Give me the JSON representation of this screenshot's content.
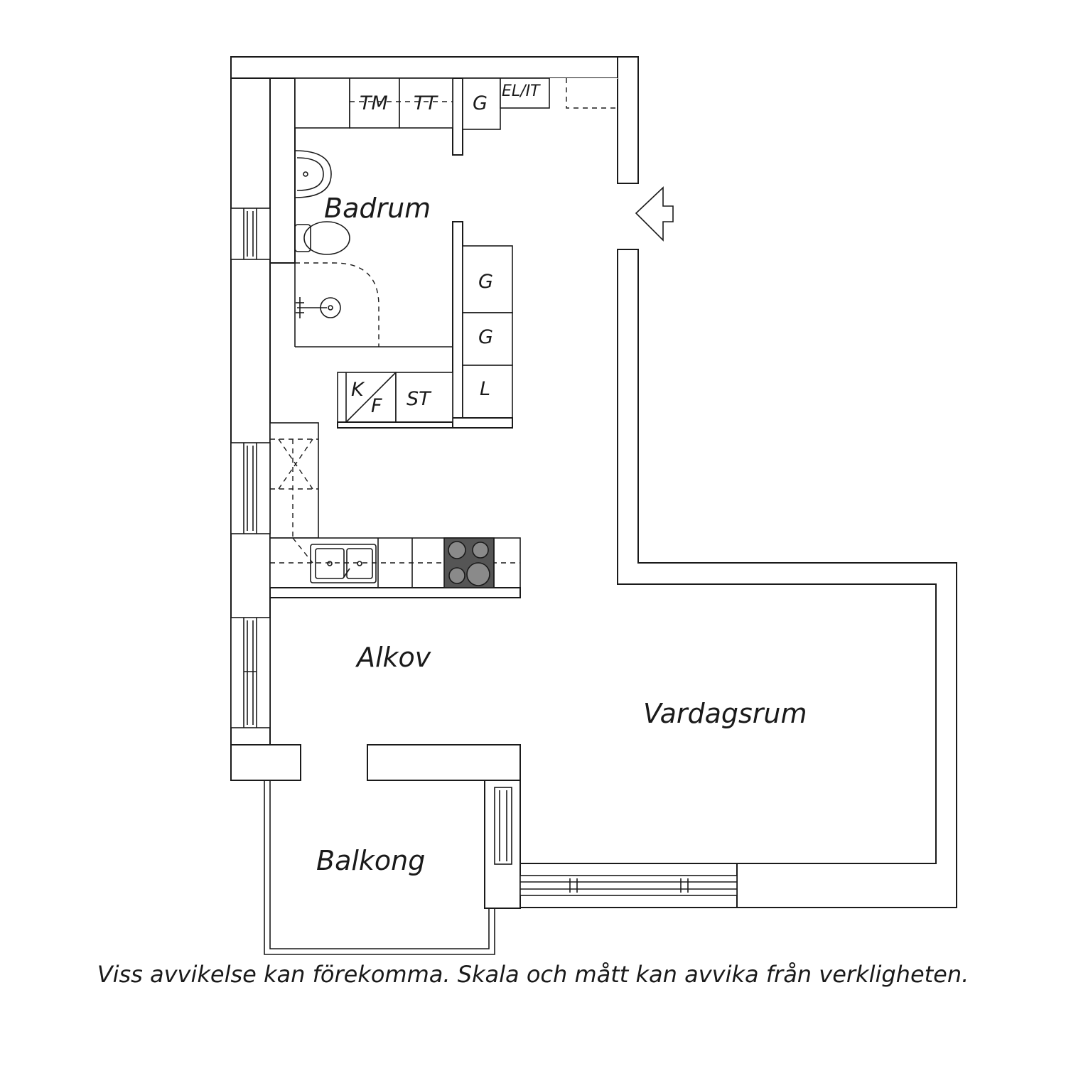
{
  "rooms": {
    "badrum": "Badrum",
    "alkov": "Alkov",
    "vardagsrum": "Vardagsrum",
    "balkong": "Balkong"
  },
  "fixtures": {
    "tm": "TM",
    "tt": "TT",
    "g_top": "G",
    "el_it": "EL/IT",
    "g_1": "G",
    "g_2": "G",
    "l": "L",
    "k": "K",
    "f": "F",
    "st": "ST"
  },
  "disclaimer": "Viss avvikelse kan förekomma. Skala och mått kan avvika från verkligheten."
}
